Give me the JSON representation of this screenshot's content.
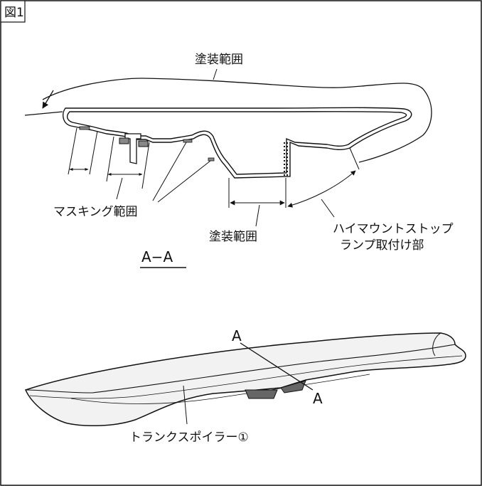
{
  "figure": {
    "figure_label": "図1",
    "section_label": "A−A",
    "labels": {
      "paint_area_top": "塗装範囲",
      "masking_area": "マスキング範囲",
      "paint_area_bottom": "塗装範囲",
      "stop_lamp_line1": "ハイマウントストップ",
      "stop_lamp_line2": "ランプ取付け部",
      "section_mark_upper": "A",
      "section_mark_lower": "A",
      "part_name": "トランクスポイラー①"
    }
  }
}
